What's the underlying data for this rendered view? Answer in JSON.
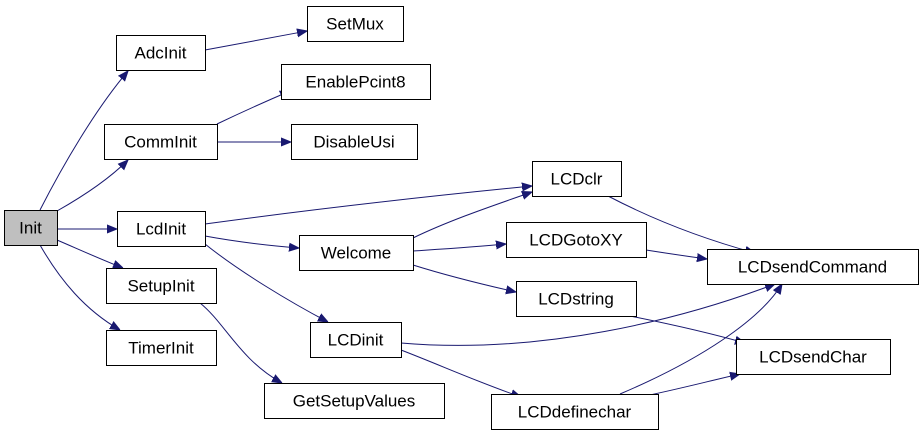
{
  "colors": {
    "node_fill": "#ffffff",
    "root_fill": "#bfbfbf",
    "border": "#000000",
    "edge": "#191970"
  },
  "graph": {
    "nodes": [
      {
        "id": "init",
        "label": "Init",
        "root": true
      },
      {
        "id": "adcinit",
        "label": "AdcInit"
      },
      {
        "id": "setmux",
        "label": "SetMux"
      },
      {
        "id": "enablepcint8",
        "label": "EnablePcint8"
      },
      {
        "id": "comminit",
        "label": "CommInit"
      },
      {
        "id": "disableusi",
        "label": "DisableUsi"
      },
      {
        "id": "lcdinit",
        "label": "LcdInit"
      },
      {
        "id": "lcdclr",
        "label": "LCDclr"
      },
      {
        "id": "welcome",
        "label": "Welcome"
      },
      {
        "id": "lcdgotoxy",
        "label": "LCDGotoXY"
      },
      {
        "id": "lcdsendcommand",
        "label": "LCDsendCommand"
      },
      {
        "id": "setupinit",
        "label": "SetupInit"
      },
      {
        "id": "lcdstring",
        "label": "LCDstring"
      },
      {
        "id": "timerinit",
        "label": "TimerInit"
      },
      {
        "id": "lcdinit2",
        "label": "LCDinit"
      },
      {
        "id": "lcdsendchar",
        "label": "LCDsendChar"
      },
      {
        "id": "getsetupvalues",
        "label": "GetSetupValues"
      },
      {
        "id": "lcddefinechar",
        "label": "LCDdefinechar"
      }
    ],
    "edges": [
      {
        "from": "init",
        "to": "adcinit"
      },
      {
        "from": "init",
        "to": "comminit"
      },
      {
        "from": "init",
        "to": "lcdinit"
      },
      {
        "from": "init",
        "to": "setupinit"
      },
      {
        "from": "init",
        "to": "timerinit"
      },
      {
        "from": "adcinit",
        "to": "setmux"
      },
      {
        "from": "comminit",
        "to": "enablepcint8"
      },
      {
        "from": "comminit",
        "to": "disableusi"
      },
      {
        "from": "lcdinit",
        "to": "lcdclr"
      },
      {
        "from": "lcdinit",
        "to": "welcome"
      },
      {
        "from": "lcdinit",
        "to": "lcdinit2"
      },
      {
        "from": "welcome",
        "to": "lcdclr"
      },
      {
        "from": "welcome",
        "to": "lcdgotoxy"
      },
      {
        "from": "welcome",
        "to": "lcdstring"
      },
      {
        "from": "lcdclr",
        "to": "lcdsendcommand"
      },
      {
        "from": "lcdgotoxy",
        "to": "lcdsendcommand"
      },
      {
        "from": "lcdstring",
        "to": "lcdsendchar"
      },
      {
        "from": "lcdinit2",
        "to": "lcdsendcommand"
      },
      {
        "from": "lcdinit2",
        "to": "lcddefinechar"
      },
      {
        "from": "lcddefinechar",
        "to": "lcdsendcommand"
      },
      {
        "from": "lcddefinechar",
        "to": "lcdsendchar"
      },
      {
        "from": "setupinit",
        "to": "getsetupvalues"
      }
    ]
  }
}
